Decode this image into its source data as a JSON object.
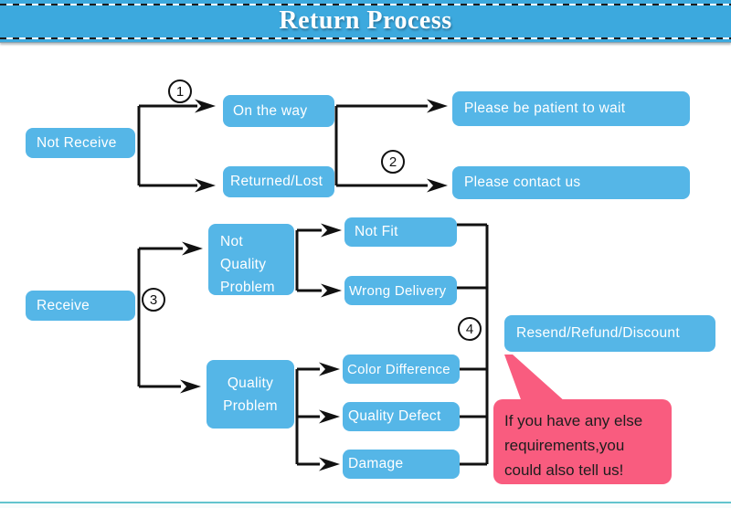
{
  "title": "Return Process",
  "colors": {
    "banner": "#3CA9DE",
    "node": "#55B6E7",
    "bubble": "#F95C7F",
    "line": "#111111",
    "bottomline": "#63C4CE"
  },
  "nodes": {
    "notReceive": {
      "label": "Not Receive"
    },
    "onTheWay": {
      "label": "On the way"
    },
    "returnedLost": {
      "label": "Returned/Lost"
    },
    "pleaseWait": {
      "label": "Please be patient to wait"
    },
    "pleaseContact": {
      "label": "Please contact us"
    },
    "receive": {
      "label": "Receive"
    },
    "notQualityProblem": {
      "label": "Not Quality Problem"
    },
    "notFit": {
      "label": "Not Fit"
    },
    "wrongDelivery": {
      "label": "Wrong Delivery"
    },
    "qualityProblem": {
      "label": "Quality Problem"
    },
    "colorDifference": {
      "label": "Color Difference"
    },
    "qualityDefect": {
      "label": "Quality Defect"
    },
    "damage": {
      "label": "Damage"
    },
    "resend": {
      "label": "Resend/Refund/Discount"
    }
  },
  "badges": {
    "b1": "1",
    "b2": "2",
    "b3": "3",
    "b4": "4"
  },
  "bubble": {
    "lines": {
      "0": "If you have any else",
      "1": "requirements,you",
      "2": "could also tell us!"
    }
  },
  "edges": [
    {
      "from": "Not Receive",
      "to": "On the way",
      "badge": "1"
    },
    {
      "from": "Not Receive",
      "to": "Returned/Lost",
      "badge": "1"
    },
    {
      "from": "On the way",
      "to": "Please be patient to wait"
    },
    {
      "from": "Returned/Lost",
      "to": "Please contact us",
      "badge": "2"
    },
    {
      "from": "Receive",
      "to": "Not Quality Problem",
      "badge": "3"
    },
    {
      "from": "Receive",
      "to": "Quality Problem",
      "badge": "3"
    },
    {
      "from": "Not Quality Problem",
      "to": "Not Fit"
    },
    {
      "from": "Not Quality Problem",
      "to": "Wrong Delivery"
    },
    {
      "from": "Quality Problem",
      "to": "Color Difference"
    },
    {
      "from": "Quality Problem",
      "to": "Quality Defect"
    },
    {
      "from": "Quality Problem",
      "to": "Damage"
    },
    {
      "from": "Not Fit / Wrong Delivery / Color Difference / Quality Defect / Damage",
      "to": "Resend/Refund/Discount",
      "badge": "4"
    }
  ]
}
